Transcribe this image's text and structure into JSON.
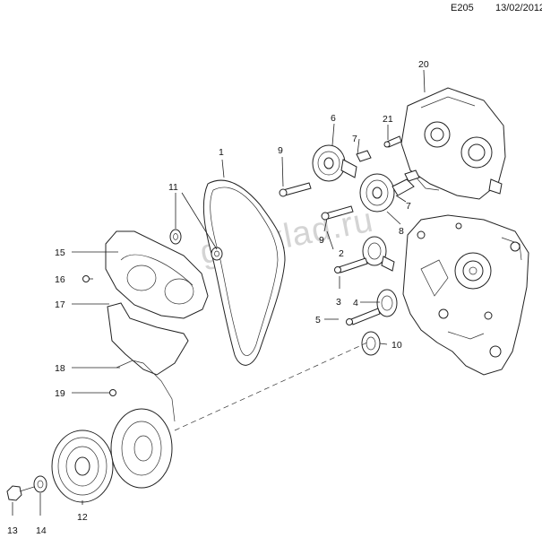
{
  "header": {
    "code": "E205",
    "date": "13/02/2012"
  },
  "watermark": "gmsklad.ru",
  "callouts": [
    {
      "label": "1"
    },
    {
      "label": "2"
    },
    {
      "label": "3"
    },
    {
      "label": "4"
    },
    {
      "label": "5"
    },
    {
      "label": "6"
    },
    {
      "label": "7"
    },
    {
      "label": "7"
    },
    {
      "label": "8"
    },
    {
      "label": "9"
    },
    {
      "label": "9"
    },
    {
      "label": "10"
    },
    {
      "label": "11"
    },
    {
      "label": "12"
    },
    {
      "label": "13"
    },
    {
      "label": "14"
    },
    {
      "label": "15"
    },
    {
      "label": "16"
    },
    {
      "label": "17"
    },
    {
      "label": "18"
    },
    {
      "label": "19"
    },
    {
      "label": "20"
    },
    {
      "label": "21"
    }
  ]
}
